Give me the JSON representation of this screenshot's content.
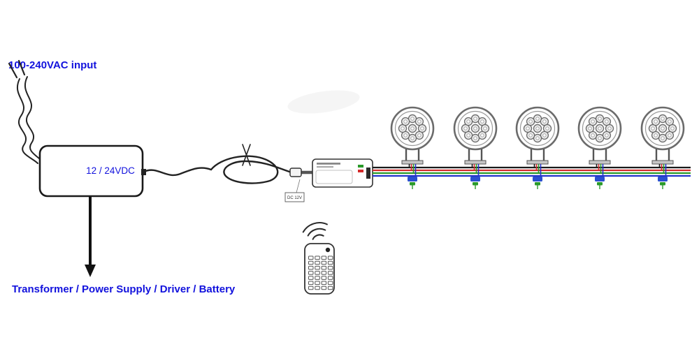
{
  "diagram": {
    "labels": {
      "ac_input": "100-240VAC input",
      "dc_output": "12 / 24VDC",
      "psu_caption": "Transformer / Power Supply / Driver / Battery",
      "plug_tag": "DC 12V"
    },
    "lights": {
      "count": 5,
      "x_centers": [
        590,
        680,
        769,
        858,
        948
      ]
    },
    "remote": {
      "button_rows": 7,
      "button_cols": 4
    }
  },
  "colors": {
    "label_text": "#1212dd",
    "outline": "#1a1a1a",
    "wire_black": "#1a1a1a",
    "wire_red": "#d42a2a",
    "wire_green": "#2a9a2a",
    "wire_blue": "#2333cc",
    "connector_blue": "#2a4fd0",
    "connector_green": "#2a9a2a"
  }
}
